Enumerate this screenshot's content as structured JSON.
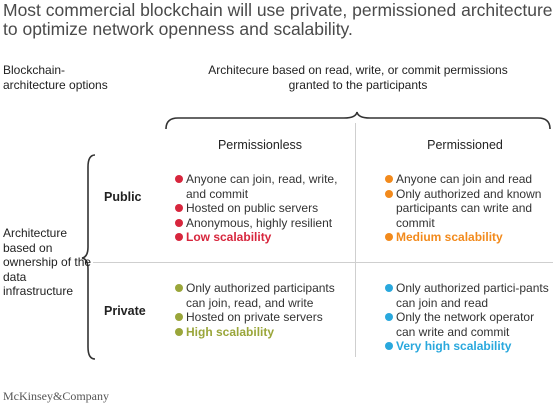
{
  "title": "Most commercial blockchain will use private, permissioned architecture to optimize network openness and scalability.",
  "options_label": "Blockchain-\narchitecture options",
  "permissions_label": "Architecure based on read, write, or commit permissions granted to the participants",
  "columns": {
    "permissionless": "Permissionless",
    "permissioned": "Permissioned"
  },
  "rows": {
    "public": "Public",
    "private": "Private"
  },
  "ownership_label": "Architecture based on ownership of the data infrastructure",
  "colors": {
    "red": "#d7263d",
    "orange": "#f28a1c",
    "olive": "#9aa63a",
    "blue": "#29a8dd"
  },
  "cells": {
    "public_permissionless": {
      "color": "#d7263d",
      "items": [
        "Anyone can join, read, write, and commit",
        "Hosted on public servers",
        "Anonymous, highly resilient"
      ],
      "scalability": "Low scalability"
    },
    "public_permissioned": {
      "color": "#f28a1c",
      "items": [
        "Anyone can join and read",
        "Only authorized and known participants can write and commit"
      ],
      "scalability": "Medium scalability"
    },
    "private_permissionless": {
      "color": "#9aa63a",
      "items": [
        "Only authorized participants can join, read, and write",
        "Hosted on private servers"
      ],
      "scalability": "High scalability"
    },
    "private_permissioned": {
      "color": "#29a8dd",
      "items": [
        "Only authorized partici-pants can join and read",
        "Only the network operator can write and commit"
      ],
      "scalability": "Very high scalability"
    }
  },
  "brand": "McKinsey&Company"
}
